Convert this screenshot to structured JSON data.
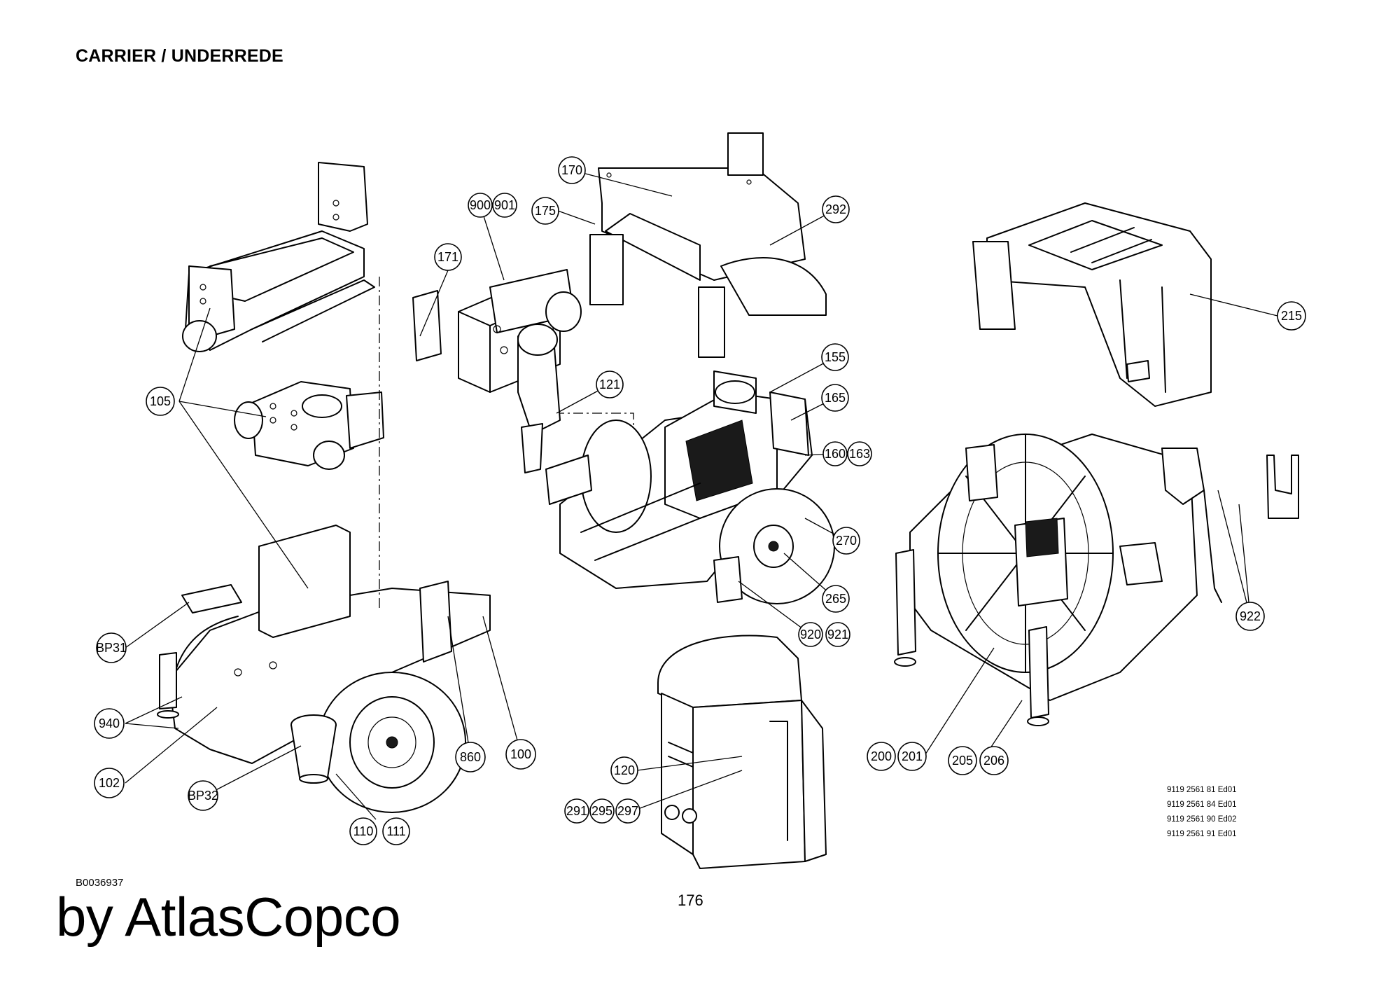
{
  "header": {
    "title": "CARRIER / UNDERREDE"
  },
  "footer": {
    "doc_code": "B0036937",
    "page_number": "176",
    "brand": "by AtlasCopco"
  },
  "editions": [
    "9119 2561 81 Ed01",
    "9119 2561 84 Ed01",
    "9119 2561 90 Ed02",
    "9119 2561 91 Ed01"
  ],
  "callouts": {
    "c105": "105",
    "c900": "900",
    "c901": "901",
    "c171": "171",
    "c175": "175",
    "c170": "170",
    "c292": "292",
    "c215": "215",
    "c121": "121",
    "c155": "155",
    "c165": "165",
    "c160": "160",
    "c163": "163",
    "c270": "270",
    "c265": "265",
    "c920": "920",
    "c921": "921",
    "c922": "922",
    "cBP31": "BP31",
    "c940": "940",
    "c102": "102",
    "cBP32": "BP32",
    "c110": "110",
    "c111": "111",
    "c860": "860",
    "c100": "100",
    "c120": "120",
    "c291": "291",
    "c295": "295",
    "c297": "297",
    "c200": "200",
    "c201": "201",
    "c205": "205",
    "c206": "206"
  }
}
